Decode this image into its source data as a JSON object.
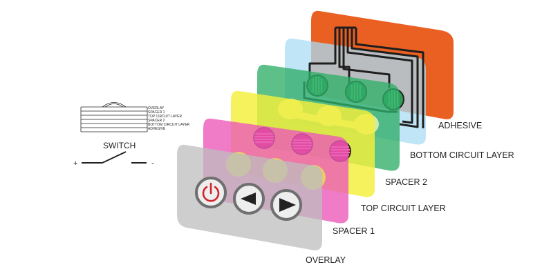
{
  "layers": [
    {
      "key": "adhesive",
      "label": "ADHESIVE",
      "color": "#e8530f"
    },
    {
      "key": "bottom_circuit",
      "label": "BOTTOM CIRCUIT LAYER",
      "color": "#a9dcf4"
    },
    {
      "key": "spacer2",
      "label": "SPACER 2",
      "color": "#2fae68"
    },
    {
      "key": "top_circuit",
      "label": "TOP CIRCUIT LAYER",
      "color": "#f4ef3a"
    },
    {
      "key": "spacer1",
      "label": "SPACER 1",
      "color": "#ec5ab8"
    },
    {
      "key": "overlay",
      "label": "OVERLAY",
      "color": "#bdbdbd"
    }
  ],
  "cross_section": {
    "labels": [
      "OVERLAY",
      "SPACER 1",
      "TOP CIRCUIT LAYER",
      "SPACER 2",
      "BOTTOM CIRCUIT LAYER",
      "ADHESIVE"
    ]
  },
  "switch_symbol": {
    "label": "SWITCH",
    "plus": "+",
    "minus": "-"
  },
  "overlay_buttons": [
    {
      "icon": "power-icon",
      "color": "#d2232a"
    },
    {
      "icon": "rewind-icon",
      "color": "#222222"
    },
    {
      "icon": "play-icon",
      "color": "#222222"
    }
  ]
}
